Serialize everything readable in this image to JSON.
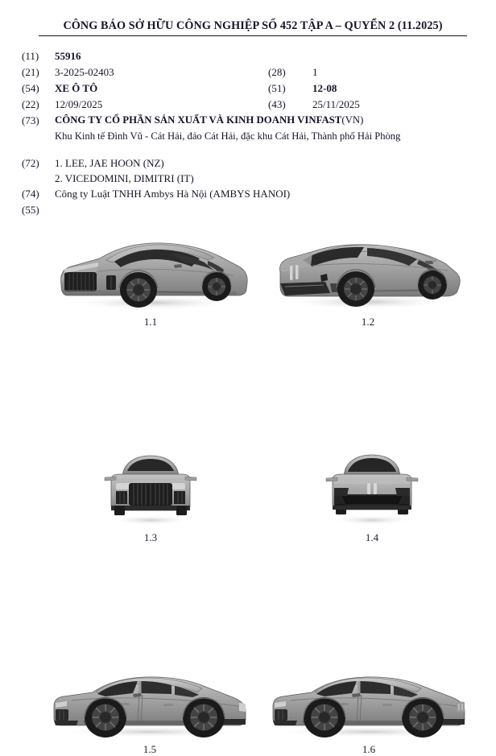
{
  "document": {
    "header_title": "CÔNG BÁO SỞ HỮU CÔNG NGHIỆP SỐ 452 TẬP A – QUYỂN 2 (11.2025)",
    "background_color": "#ffffff",
    "text_color": "#14142a"
  },
  "fields": {
    "f11_code": "(11)",
    "f11_value": "55916",
    "f21_code": "(21)",
    "f21_value": "3-2025-02403",
    "f54_code": "(54)",
    "f54_value": "XE Ô TÔ",
    "f22_code": "(22)",
    "f22_value": "12/09/2025",
    "f28_code": "(28)",
    "f28_value": "1",
    "f51_code": "(51)",
    "f51_value": "12-08",
    "f43_code": "(43)",
    "f43_value": "25/11/2025",
    "f73_code": "(73)",
    "f73_owner_name": "CÔNG TY CỔ PHẦN SẢN XUẤT VÀ KINH DOANH VINFAST",
    "f73_owner_country": "(VN)",
    "f73_address": "Khu Kinh tế Đình Vũ - Cát Hải, đảo Cát Hải, đặc khu Cát Hải, Thành phố Hải Phòng",
    "f72_code": "(72)",
    "f72_inventor_1": "1. LEE, JAE HOON (NZ)",
    "f72_inventor_2": "2. VICEDOMINI, DIMITRI (IT)",
    "f74_code": "(74)",
    "f74_value": "Công ty Luật TNHH Ambys Hà Nội (AMBYS HANOI)",
    "f55_code": "(55)"
  },
  "figures": [
    {
      "id": "fig-1-1",
      "caption": "1.1",
      "view": "front-three-quarter-left"
    },
    {
      "id": "fig-1-2",
      "caption": "1.2",
      "view": "rear-three-quarter-left"
    },
    {
      "id": "fig-1-3",
      "caption": "1.3",
      "view": "front-elevation"
    },
    {
      "id": "fig-1-4",
      "caption": "1.4",
      "view": "rear-elevation"
    },
    {
      "id": "fig-1-5",
      "caption": "1.5",
      "view": "side-elevation-left"
    },
    {
      "id": "fig-1-6",
      "caption": "1.6",
      "view": "side-elevation-right"
    }
  ],
  "colors": {
    "body_light": "#b4b4b4",
    "body_mid": "#9a9a9a",
    "body_dark": "#6e6e6e",
    "glass": "#2e2e2e",
    "grille": "#232323",
    "tire": "#1f1f1f",
    "wheel": "#4a4a4a",
    "shadow": "#cfcfcf"
  }
}
